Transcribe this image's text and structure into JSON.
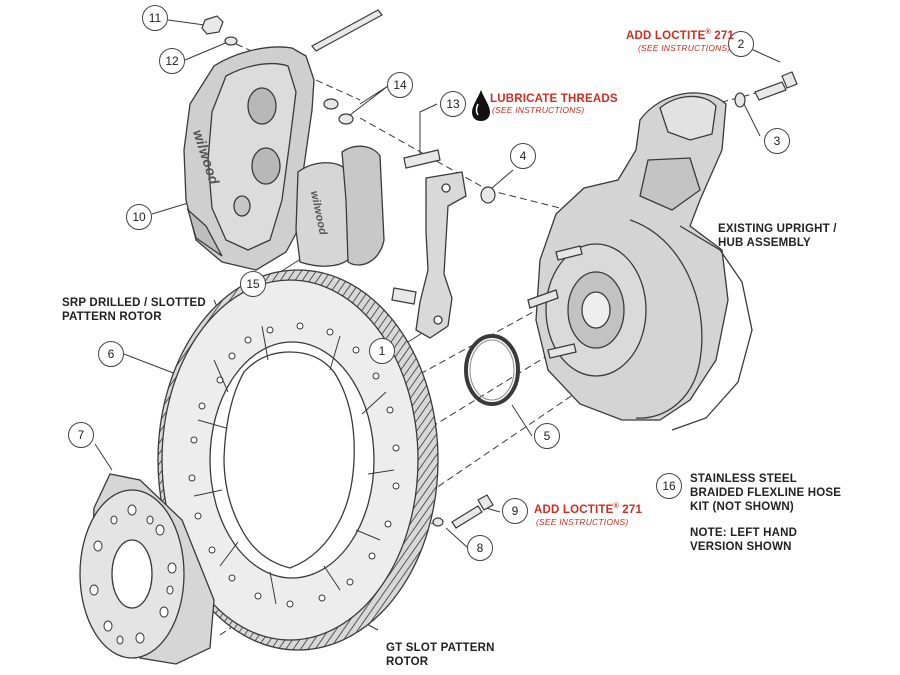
{
  "callouts": [
    "1",
    "2",
    "3",
    "4",
    "5",
    "6",
    "7",
    "8",
    "9",
    "10",
    "11",
    "12",
    "13",
    "14",
    "15",
    "16"
  ],
  "labels": {
    "loctite_top": "ADD LOCTITE",
    "loctite_mid": "ADD LOCTITE",
    "loctite_reg": "®",
    "loctite_num": "271",
    "see_instructions": "(SEE INSTRUCTIONS)",
    "lubricate": "LUBRICATE THREADS",
    "upright_1": "EXISTING UPRIGHT /",
    "upright_2": "HUB ASSEMBLY",
    "srp_1": "SRP DRILLED / SLOTTED",
    "srp_2": "PATTERN ROTOR",
    "gt_1": "GT SLOT PATTERN",
    "gt_2": "ROTOR",
    "hose_1": "STAINLESS STEEL",
    "hose_2": "BRAIDED FLEXLINE HOSE",
    "hose_3": "KIT (NOT SHOWN)",
    "note_1": "NOTE: LEFT HAND",
    "note_2": "VERSION SHOWN",
    "caliper_brand": "wilwood",
    "pad_brand": "wilwood"
  },
  "colors": {
    "accent": "#d52b1e",
    "ink": "#3a3a3a",
    "part_fill": "#cfcfcf"
  }
}
